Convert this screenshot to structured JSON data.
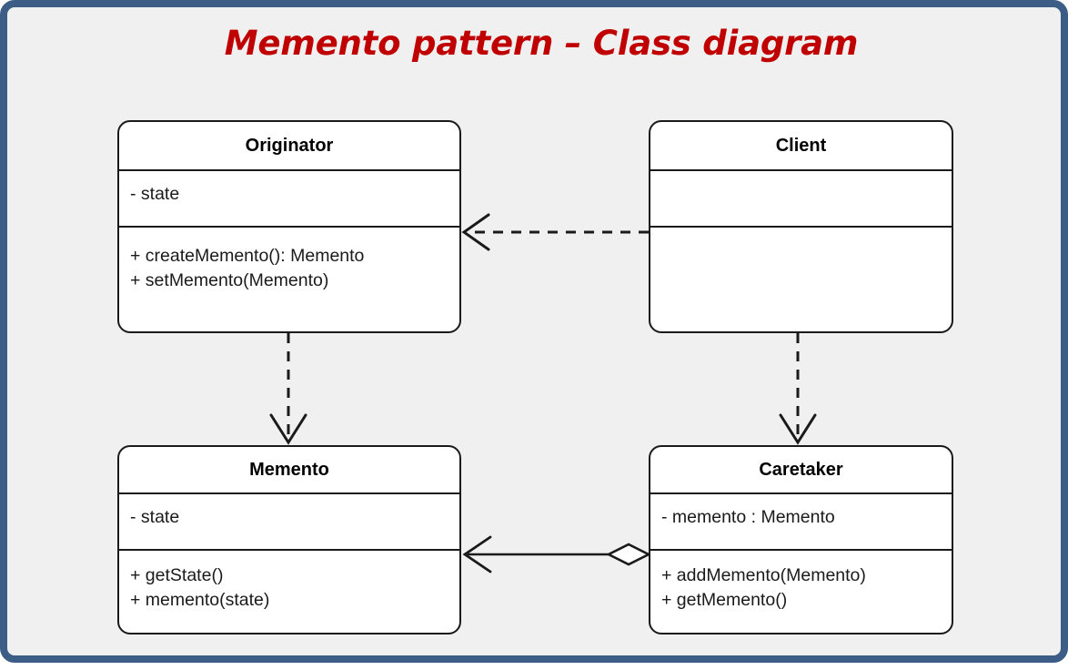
{
  "slide": {
    "title": "Memento pattern – Class diagram",
    "title_color": "#c00000",
    "frame_color": "#3b5d86",
    "canvas_color": "#f0f0f0"
  },
  "classes": {
    "originator": {
      "name": "Originator",
      "attributes": [
        "- state"
      ],
      "operations": [
        "+ createMemento(): Memento",
        "+ setMemento(Memento)"
      ]
    },
    "client": {
      "name": "Client",
      "attributes": [
        ""
      ],
      "operations": [
        ""
      ]
    },
    "memento": {
      "name": "Memento",
      "attributes": [
        "- state"
      ],
      "operations": [
        "+ getState()",
        "+ memento(state)"
      ]
    },
    "caretaker": {
      "name": "Caretaker",
      "attributes": [
        "- memento : Memento"
      ],
      "operations": [
        "+ addMemento(Memento)",
        "+ getMemento()"
      ]
    }
  },
  "relationships": [
    {
      "id": "client-uses-originator",
      "type": "dependency",
      "style": "dashed",
      "arrowhead": "open",
      "from": "client",
      "to": "originator",
      "direction": "right-to-left"
    },
    {
      "id": "originator-creates-memento",
      "type": "dependency",
      "style": "dashed",
      "arrowhead": "open",
      "from": "originator",
      "to": "memento",
      "direction": "top-to-bottom"
    },
    {
      "id": "client-uses-caretaker",
      "type": "dependency",
      "style": "dashed",
      "arrowhead": "open",
      "from": "client",
      "to": "caretaker",
      "direction": "top-to-bottom"
    },
    {
      "id": "caretaker-aggregates-memento",
      "type": "aggregation",
      "style": "solid",
      "arrowhead": "open",
      "diamond": "hollow",
      "from": "caretaker",
      "to": "memento",
      "direction": "right-to-left"
    }
  ]
}
